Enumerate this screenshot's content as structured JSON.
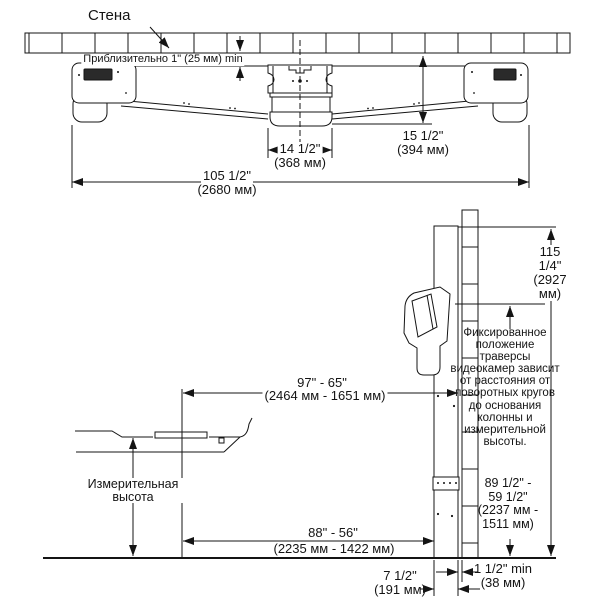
{
  "top_view": {
    "wall_label": "Стена",
    "gap_label": "Приблизительно 1\" (25 мм) min",
    "dim_center_width_in": "14 1/2\"",
    "dim_center_width_mm": "(368 мм)",
    "dim_wall_offset": "15 1/2\"\n(394 мм)",
    "dim_overall_in": "105 1/2\"",
    "dim_overall_mm": "(2680 мм)"
  },
  "side_view": {
    "dim_column_height": "115 1/4\"\n(2927 мм)",
    "camera_note": "Фиксированное положение траверсы видеокамер зависит от расстояния от поворотных кругов до основания колонны и измерительной высоты.",
    "dim_camera_range": "89 1/2\" -\n59 1/2\"\n(2237 мм -\n1511 мм)",
    "dim_horizontal_in": "97\" - 65\"",
    "dim_horizontal_mm": "(2464 мм - 1651 мм)",
    "measuring_height_label": "Измерительная высота",
    "dim_floor_in": "88\" - 56\"",
    "dim_floor_mm": "(2235 мм - 1422 мм)",
    "dim_post_depth": "7 1/2\"\n(191 мм)",
    "dim_wall_clearance": "1 1/2\" min\n(38 мм)"
  }
}
